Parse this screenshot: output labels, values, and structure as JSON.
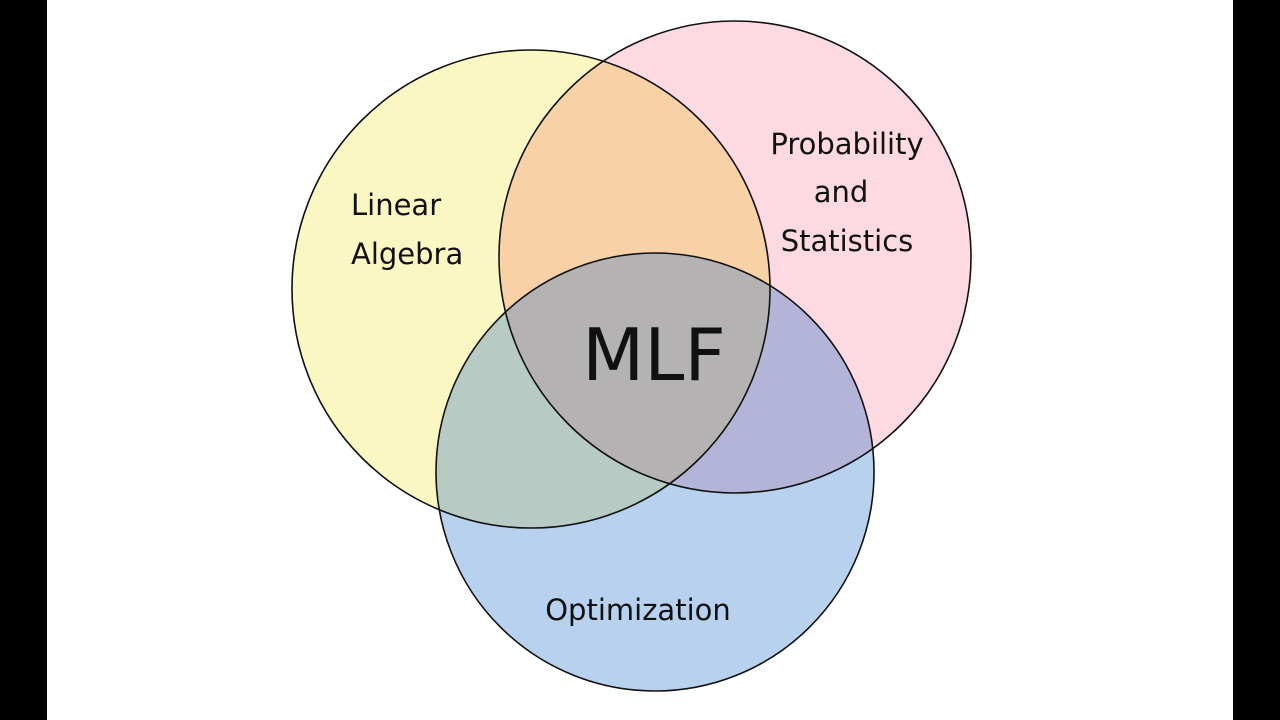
{
  "diagram": {
    "sets": [
      {
        "id": "linear-algebra",
        "lines": [
          "Linear",
          "Algebra"
        ],
        "color": "#fbf7c2"
      },
      {
        "id": "probability-statistics",
        "lines": [
          "Probability",
          "and",
          "Statistics"
        ],
        "color": "#fdd9e1"
      },
      {
        "id": "optimization",
        "lines": [
          "Optimization"
        ],
        "color": "#b8d1ee"
      }
    ],
    "intersections": {
      "linear_probability": "#f8d1a6",
      "linear_optimization": "#b7cbc4",
      "probability_optimization": "#b4b3d8",
      "center": "#b4b2b2"
    },
    "center_label": "MLF"
  }
}
